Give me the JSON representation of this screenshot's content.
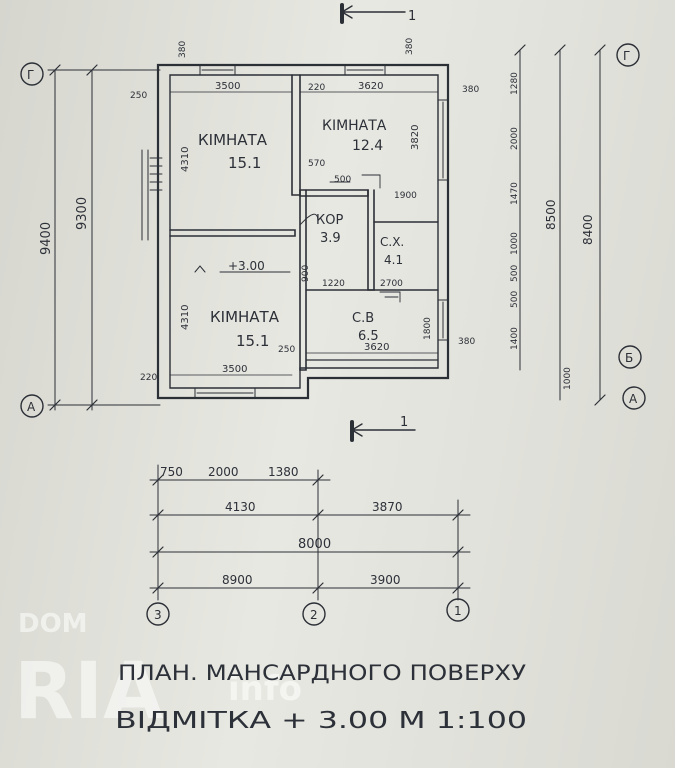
{
  "rooms": {
    "room_tl": {
      "name": "КІМНАТА",
      "area": "15.1"
    },
    "room_tr": {
      "name": "КІМНАТА",
      "area": "12.4"
    },
    "corridor": {
      "name": "КОР",
      "area": "3.9"
    },
    "wc": {
      "name": "С.Х.",
      "area": "4.1"
    },
    "room_bl": {
      "name": "КІМНАТА",
      "area": "15.1"
    },
    "bath": {
      "name": "С.В",
      "area": "6.5"
    }
  },
  "level_mark": "+3.00",
  "interior_dims": {
    "top_left": "3500",
    "top_right": "3620",
    "top_v_left": "4310",
    "top_v_right": "3820",
    "bottom_left": "3500",
    "bottom_right": "3620",
    "bottom_v_left": "4310",
    "d250": "250",
    "d220": "220",
    "d380a": "380",
    "d380b": "380",
    "d380c": "380",
    "d570": "570",
    "d500": "500",
    "d1900": "1900",
    "d2700": "2700",
    "d1220": "1220",
    "d1800": "1800",
    "d900": "900",
    "d250b": "250",
    "d220b": "220",
    "d380d": "380"
  },
  "left_dims": {
    "overall": "9400",
    "inner": "9300"
  },
  "right_dims": {
    "overall": "8400",
    "inner": "8500",
    "s1280": "1280",
    "s2000": "2000",
    "s1470": "1470",
    "s1000": "1000",
    "s500a": "500",
    "s500b": "500",
    "s1400": "1400",
    "s1000b": "1000"
  },
  "bottom_dims": {
    "row1": [
      "750",
      "2000",
      "1380"
    ],
    "row2": [
      "4130",
      "3870"
    ],
    "row3": "8000",
    "row4": [
      "8900",
      "3900"
    ]
  },
  "axes": {
    "top": "Г",
    "bottom": "А",
    "right_mid": "Б",
    "b3": "3",
    "b2": "2",
    "b1": "1"
  },
  "section_mark": "1",
  "title_line1": "ПЛАН. МАНСАРДНОГО ПОВЕРХУ",
  "title_line2": "ВІДМІТКА  + 3.00 М 1:100",
  "watermark": {
    "brand": "DOM",
    "big": "RIA",
    "small": "info"
  },
  "colors": {
    "ink": "#2b2f36",
    "paper": "#e6e6e0"
  }
}
